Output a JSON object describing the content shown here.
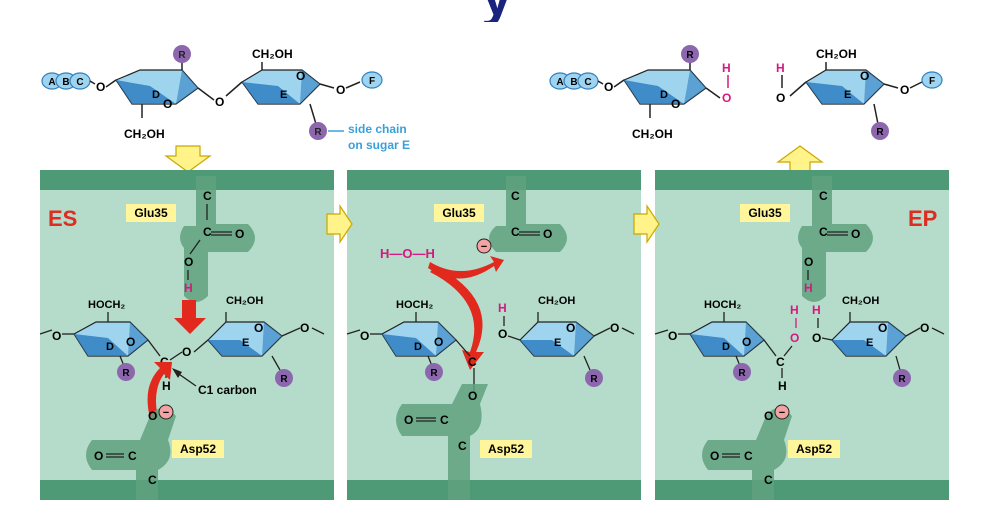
{
  "title_fragment": "y",
  "colors": {
    "panel_fill": "#b5dccb",
    "membrane": "#4e9a77",
    "sidechain": "#5fa17f",
    "ring_light": "#9fd4ee",
    "ring_dark": "#2f7fc2",
    "sugar_r": "#8d67ad",
    "arrow_red": "#e2291d",
    "arrow_yellow": "#fff38a",
    "label_bg": "#fff59a",
    "state_red": "#e02b20",
    "hydrogen_magenta": "#d6187f",
    "annotation_blue": "#3aa0d8"
  },
  "top": {
    "chain_beads_left": [
      "A",
      "B",
      "C"
    ],
    "chain_bead_right": "F",
    "sugar_d": "D",
    "sugar_e": "E",
    "r": "R",
    "o": "O",
    "ch2oh": "CH₂OH",
    "side_chain_note_line1": "side chain",
    "side_chain_note_line2": "on sugar E",
    "water_h": "H",
    "water_o": "O"
  },
  "panels": [
    {
      "state_label": "ES",
      "glu_label": "Glu35",
      "asp_label": "Asp52",
      "c1_note": "C1 carbon"
    },
    {
      "glu_label": "Glu35",
      "asp_label": "Asp52",
      "water": "H—O—H"
    },
    {
      "state_label": "EP",
      "glu_label": "Glu35",
      "asp_label": "Asp52"
    }
  ],
  "atoms": {
    "c": "C",
    "o": "O",
    "h": "H",
    "hoch2": "HOCH₂",
    "ch2oh": "CH₂OH",
    "minus": "−",
    "d": "D",
    "e": "E",
    "r": "R",
    "dbl": "═"
  }
}
